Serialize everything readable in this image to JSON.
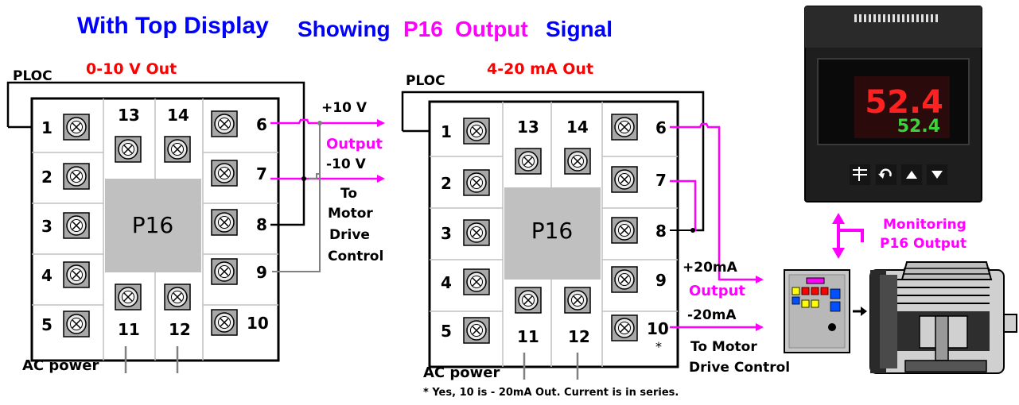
{
  "title": {
    "part1": "With Top Display",
    "part2": "Showing",
    "part3": "P16",
    "part4": "Output",
    "part5": "Signal"
  },
  "left": {
    "ploc": "PLOC",
    "heading": "0-10 V Out",
    "device": "P16",
    "pins": [
      "1",
      "2",
      "3",
      "4",
      "5",
      "6",
      "7",
      "8",
      "9",
      "10",
      "11",
      "12",
      "13",
      "14"
    ],
    "plus_label": "+10 V",
    "output_label": "Output",
    "minus_label": "-10 V",
    "dest": [
      "To",
      "Motor",
      "Drive",
      "Control"
    ],
    "power": "AC power"
  },
  "right": {
    "ploc": "PLOC",
    "heading": "4-20 mA Out",
    "device": "P16",
    "pins": [
      "1",
      "2",
      "3",
      "4",
      "5",
      "6",
      "7",
      "8",
      "9",
      "10",
      "11",
      "12",
      "13",
      "14"
    ],
    "star": "*",
    "plus_label": "+20mA",
    "output_label": "Output",
    "minus_label": "-20mA",
    "dest": [
      "To Motor",
      "Drive Control"
    ],
    "power": "AC power",
    "footnote": "* Yes, 10 is - 20mA Out. Current is in series."
  },
  "meter": {
    "top_value": "52.4",
    "bottom_value": "52.4",
    "button_icons": [
      "enter-icon",
      "cycle-icon",
      "up-arrow-icon",
      "down-arrow-icon"
    ]
  },
  "monitor": {
    "line1": "Monitoring",
    "line2": "P16 Output"
  },
  "colors": {
    "title_blue": "#0000ff",
    "magenta": "#ff00ff",
    "red": "#ff0000",
    "terminal_grey": "#a8a8a8",
    "center_grey": "#c0c0c0"
  }
}
